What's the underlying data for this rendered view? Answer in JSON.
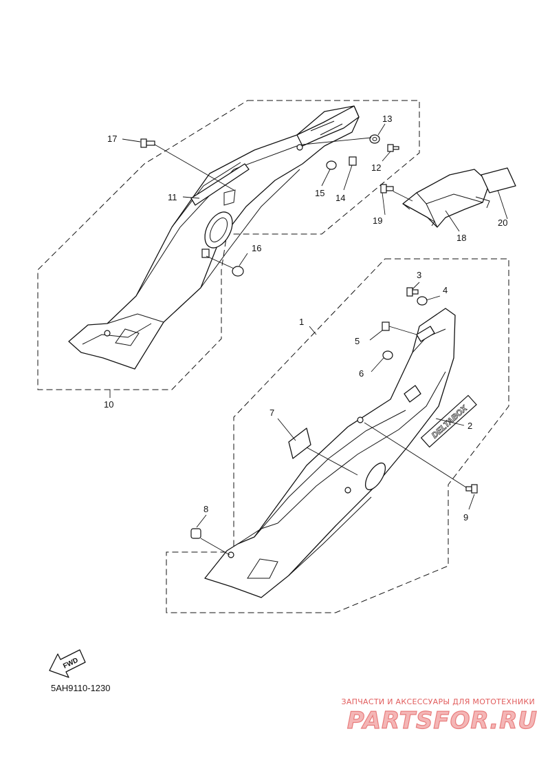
{
  "diagram": {
    "callouts": [
      "1",
      "2",
      "3",
      "4",
      "5",
      "6",
      "7",
      "8",
      "9",
      "10",
      "11",
      "12",
      "13",
      "14",
      "15",
      "16",
      "17",
      "18",
      "19",
      "20"
    ],
    "drawing_code": "5AH9110-1230",
    "fwd_label": "FWD",
    "emblem_text": "DELTABOX"
  },
  "watermark": {
    "tagline": "ЗАПЧАСТИ И АКСЕССУАРЫ ДЛЯ МОТОТЕХНИКИ",
    "logo": "PARTSFOR.RU",
    "color": "#e15c5c"
  }
}
